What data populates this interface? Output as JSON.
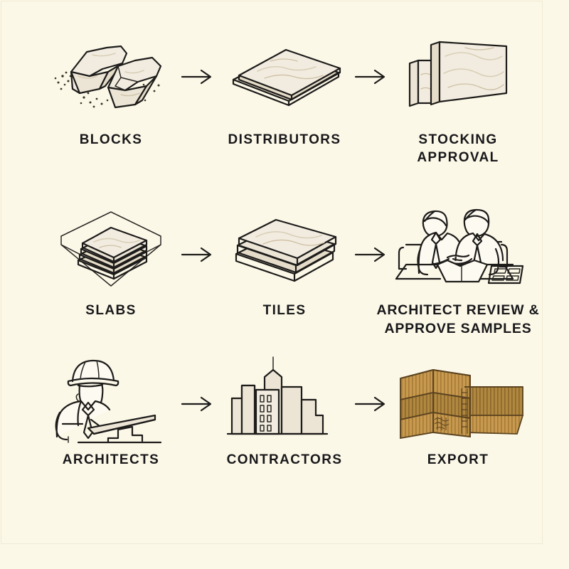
{
  "canvas": {
    "background_color": "#fcf8e8",
    "line_color": "#1d1c1a",
    "label_color": "#18181a",
    "container_color": "#c79a4f",
    "stone_color": "#f2ece0"
  },
  "steps": [
    {
      "id": "blocks",
      "label": "BLOCKS",
      "icon": "stone-blocks-icon",
      "row": 1,
      "column": 1,
      "has_arrow_before": false
    },
    {
      "id": "distributors",
      "label": "DISTRIBUTORS",
      "icon": "stone-slab-single-icon",
      "row": 1,
      "column": 2,
      "has_arrow_before": true
    },
    {
      "id": "stocking-approval",
      "label": "STOCKING\nAPPROVAL",
      "icon": "standing-slabs-icon",
      "row": 1,
      "column": 3,
      "has_arrow_before": true
    },
    {
      "id": "slabs",
      "label": "SLABS",
      "icon": "slab-stack-hexagon-icon",
      "row": 2,
      "column": 1,
      "has_arrow_before": false
    },
    {
      "id": "tiles",
      "label": "TILES",
      "icon": "tile-stack-icon",
      "row": 2,
      "column": 2,
      "has_arrow_before": true
    },
    {
      "id": "architect-review",
      "label": "ARCHITECT REVIEW &\nAPPROVE SAMPLES",
      "icon": "handshake-meeting-icon",
      "row": 2,
      "column": 3,
      "has_arrow_before": true
    },
    {
      "id": "architects",
      "label": "ARCHITECTS",
      "icon": "architect-drafting-icon",
      "row": 3,
      "column": 1,
      "has_arrow_before": false
    },
    {
      "id": "contractors",
      "label": "CONTRACTORS",
      "icon": "city-skyline-icon",
      "row": 3,
      "column": 2,
      "has_arrow_before": true
    },
    {
      "id": "export",
      "label": "EXPORT",
      "icon": "shipping-containers-icon",
      "row": 3,
      "column": 3,
      "has_arrow_before": true
    }
  ],
  "arrows": {
    "glyph": "arrow-right-icon",
    "count": 6
  }
}
